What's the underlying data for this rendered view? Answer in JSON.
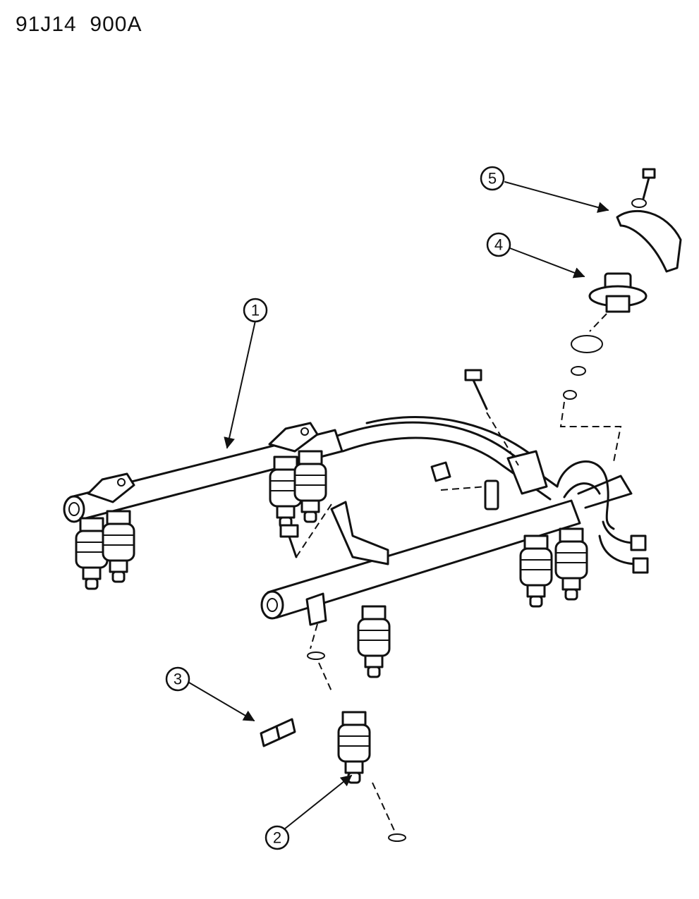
{
  "diagram_code": "91J14  900A",
  "callouts": [
    {
      "id": "1",
      "label": "1"
    },
    {
      "id": "2",
      "label": "2"
    },
    {
      "id": "3",
      "label": "3"
    },
    {
      "id": "4",
      "label": "4"
    },
    {
      "id": "5",
      "label": "5"
    }
  ],
  "colors": {
    "line": "#111111",
    "background": "#ffffff"
  }
}
